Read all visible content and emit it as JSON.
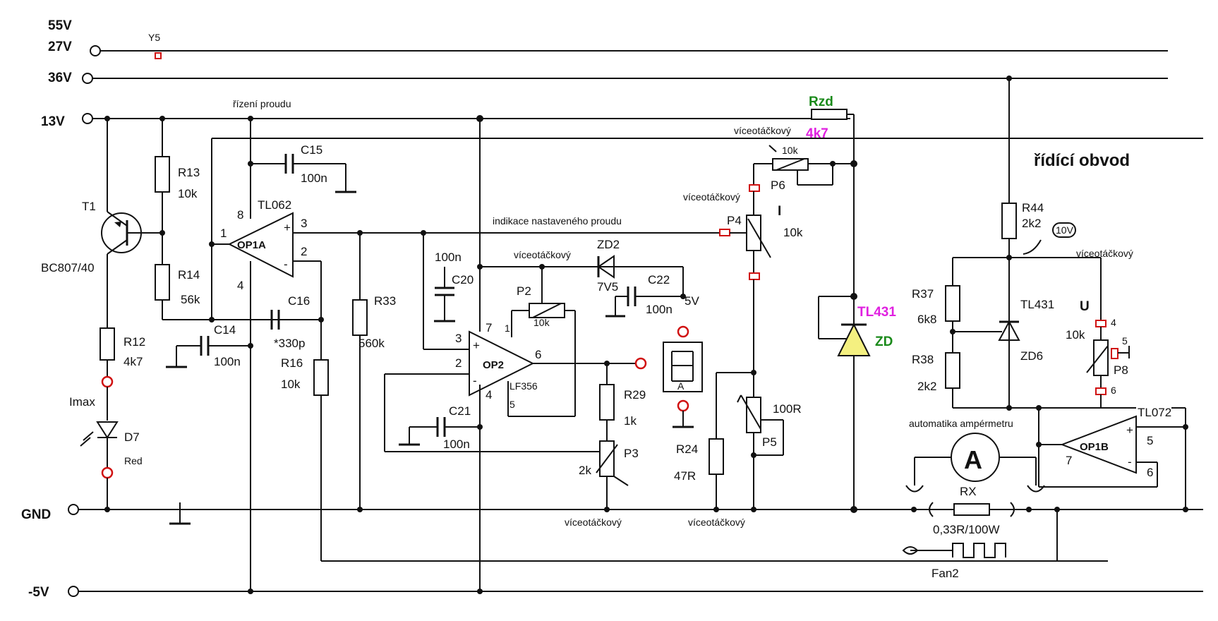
{
  "rails": {
    "v55": "55V",
    "v27": "27V",
    "v36": "36V",
    "v13": "13V",
    "gnd": "GND",
    "vneg5": "-5V",
    "y5": "Y5"
  },
  "headings": {
    "current_control": "řízení proudu",
    "current_indication": "indikace nastaveného proudu",
    "control_circuit": "řídící obvod",
    "ammeter_auto": "automatika ampérmetru",
    "multiturn": "víceotáčkový",
    "imax": "Imax",
    "fan": "Fan2"
  },
  "components": {
    "t1": {
      "name": "T1",
      "type": "BC807/40"
    },
    "r13": {
      "name": "R13",
      "value": "10k"
    },
    "r14": {
      "name": "R14",
      "value": "56k"
    },
    "r12": {
      "name": "R12",
      "value": "4k7"
    },
    "d7": {
      "name": "D7",
      "value": "Red"
    },
    "c15": {
      "name": "C15",
      "value": "100n"
    },
    "c16": {
      "name": "C16",
      "value": "*330p"
    },
    "c14": {
      "name": "C14",
      "value": "100n"
    },
    "r16": {
      "name": "R16",
      "value": "10k"
    },
    "op1a": {
      "name": "OP1A",
      "chip": "TL062",
      "pins": [
        "1",
        "2",
        "3",
        "4",
        "8"
      ]
    },
    "r33": {
      "name": "R33",
      "value": "560k"
    },
    "c20": {
      "name": "C20",
      "value": "100n"
    },
    "c21": {
      "name": "C21",
      "value": "100n"
    },
    "op2": {
      "name": "OP2",
      "chip": "LF356",
      "pins": [
        "1",
        "2",
        "3",
        "4",
        "5",
        "6",
        "7"
      ]
    },
    "p2": {
      "name": "P2",
      "value": "10k"
    },
    "zd2": {
      "name": "ZD2",
      "value": "7V5"
    },
    "c22": {
      "name": "C22",
      "value": "100n"
    },
    "v5": "5V",
    "r29": {
      "name": "R29",
      "value": "1k"
    },
    "p3": {
      "name": "P3",
      "value": "2k"
    },
    "rzd": {
      "name": "Rzd",
      "value": "4k7"
    },
    "p6": {
      "name": "P6",
      "value": "10k"
    },
    "p4": {
      "name": "P4",
      "value": "10k",
      "label": "I"
    },
    "p5": {
      "name": "P5",
      "value": "100R"
    },
    "r24": {
      "name": "R24",
      "value": "47R"
    },
    "zd": {
      "name": "ZD",
      "chip": "TL431"
    },
    "r44": {
      "name": "R44",
      "value": "2k2"
    },
    "r37": {
      "name": "R37",
      "value": "6k8"
    },
    "r38": {
      "name": "R38",
      "value": "2k2"
    },
    "zd6": {
      "name": "ZD6",
      "chip": "TL431"
    },
    "v10": "10V",
    "p8": {
      "name": "P8",
      "value": "10k",
      "label": "U",
      "pins": [
        "4",
        "5",
        "6"
      ]
    },
    "op1b": {
      "name": "OP1B",
      "chip": "TL072",
      "pins": [
        "5",
        "6",
        "7"
      ]
    },
    "ammeter": "A",
    "rx": {
      "name": "RX",
      "value": "0,33R/100W"
    }
  }
}
